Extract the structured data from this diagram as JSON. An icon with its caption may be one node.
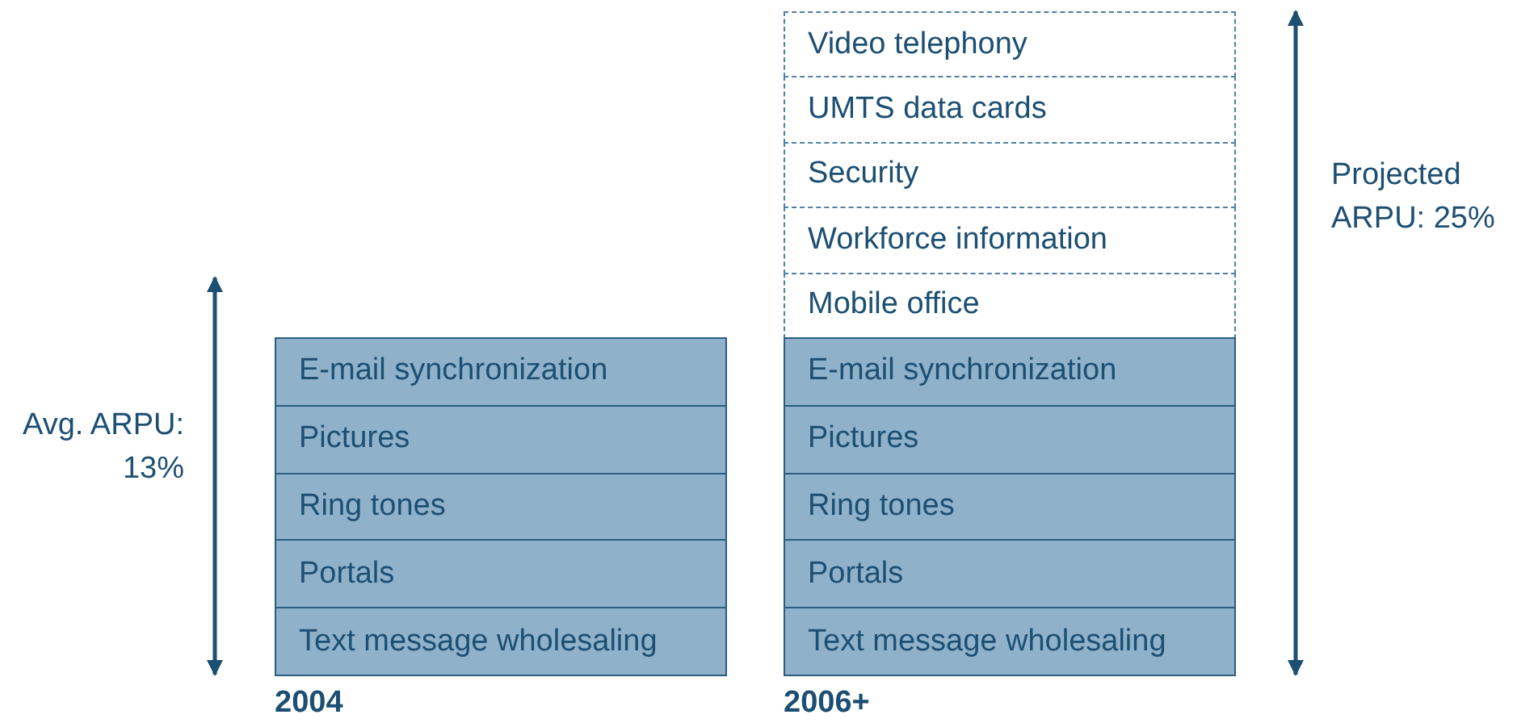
{
  "diagram": {
    "nodes": [
      {
        "text": [
          "E-mail synchronization"
        ]
      },
      {
        "text": [
          "Pictures"
        ]
      },
      {
        "text": [
          "Ring tones"
        ]
      },
      {
        "text": [
          "Portals"
        ]
      },
      {
        "text": [
          "Text message wholesaling"
        ]
      },
      {
        "text": [
          "Video telephony"
        ]
      },
      {
        "text": [
          "UMTS data cards"
        ]
      },
      {
        "text": [
          "Security"
        ]
      },
      {
        "text": [
          "Workforce information"
        ]
      },
      {
        "text": [
          "Mobile office"
        ]
      },
      {
        "text": [
          "E-mail synchronization"
        ]
      },
      {
        "text": [
          "Pictures"
        ]
      },
      {
        "text": [
          "Ring tones"
        ]
      },
      {
        "text": [
          "Portals"
        ]
      },
      {
        "text": [
          "Text message wholesaling"
        ]
      }
    ],
    "labels": [
      "Avg. ARPU: 13%",
      "Projected ARPU: 25%",
      "2004",
      "2006+"
    ]
  }
}
